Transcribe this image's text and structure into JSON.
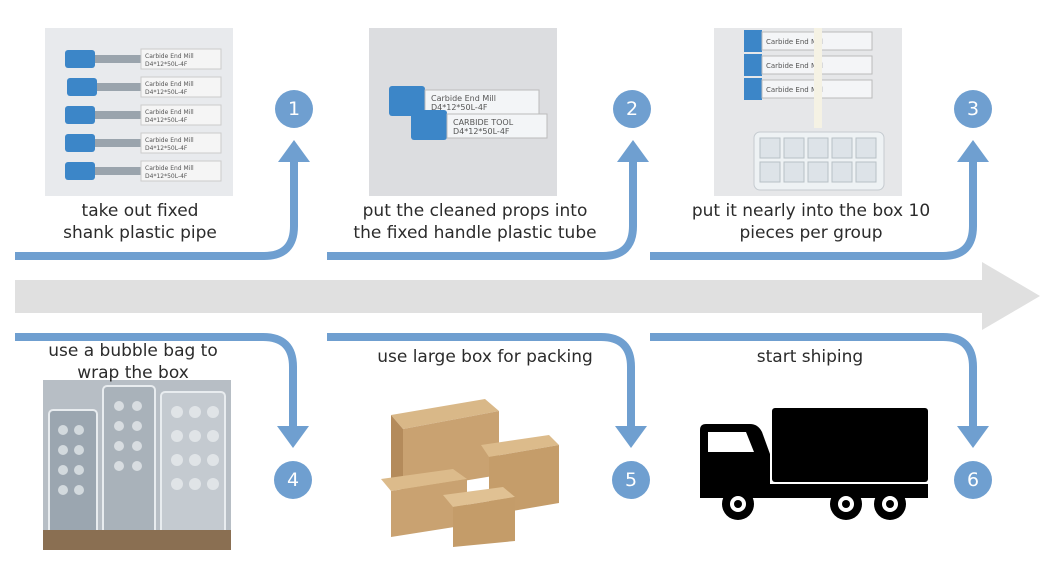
{
  "steps": [
    {
      "number": "1",
      "label_line1": "take out fixed",
      "label_line2": "shank plastic pipe"
    },
    {
      "number": "2",
      "label_line1": "put the cleaned props into",
      "label_line2": "the fixed handle plastic tube"
    },
    {
      "number": "3",
      "label_line1": "put it nearly into the box 10",
      "label_line2": "pieces per group"
    },
    {
      "number": "4",
      "label_line1": "use a bubble bag to",
      "label_line2": "wrap the box"
    },
    {
      "number": "5",
      "label_line1": "use large box for packing",
      "label_line2": ""
    },
    {
      "number": "6",
      "label_line1": "start shiping",
      "label_line2": ""
    }
  ],
  "product_label": {
    "brand": "Carbide End Mill",
    "tag": "CARBIDE TOOL",
    "spec": "D4*12*50L-4F"
  },
  "colors": {
    "connector": "#6f9fd0",
    "timeline": "#e0e0e0",
    "badge": "#6f9fd0",
    "badge_text": "#ffffff",
    "tube_blue": "#3c86c8",
    "cardboard": "#c9a271",
    "truck": "#000000"
  },
  "icons": [
    "end-mill-photo",
    "tubes-photo",
    "box-photo",
    "bubble-bag-photo",
    "cardboard-boxes-photo",
    "truck-icon"
  ]
}
